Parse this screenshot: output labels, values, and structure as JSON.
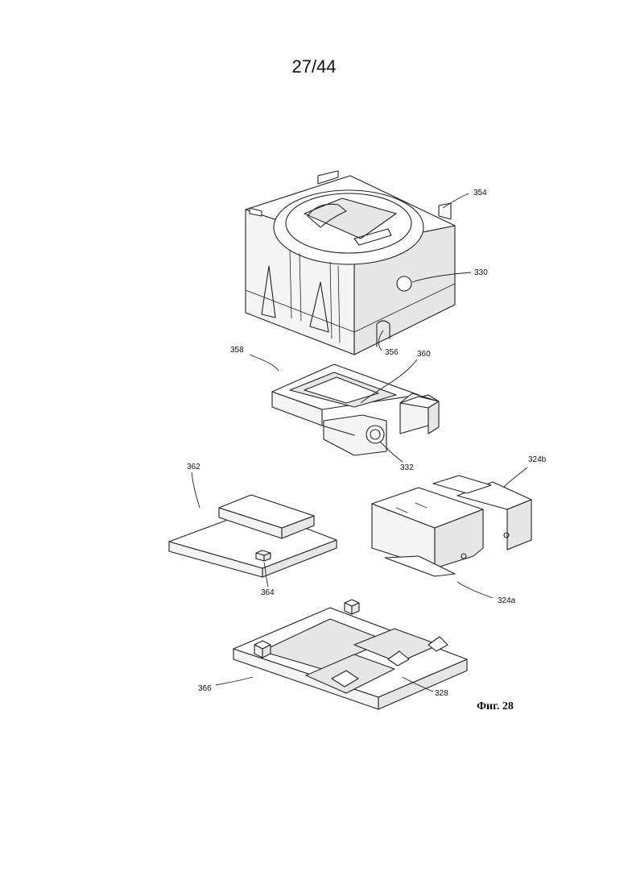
{
  "page": {
    "sheet_number": "27/44"
  },
  "figure": {
    "caption": "Фиг. 28"
  },
  "reference_numerals": {
    "r354": "354",
    "r330": "330",
    "r356": "356",
    "r358": "358",
    "r360": "360",
    "r332": "332",
    "r362": "362",
    "r364": "364",
    "r324b": "324b",
    "r324a": "324a",
    "r366": "366",
    "r328": "328"
  }
}
